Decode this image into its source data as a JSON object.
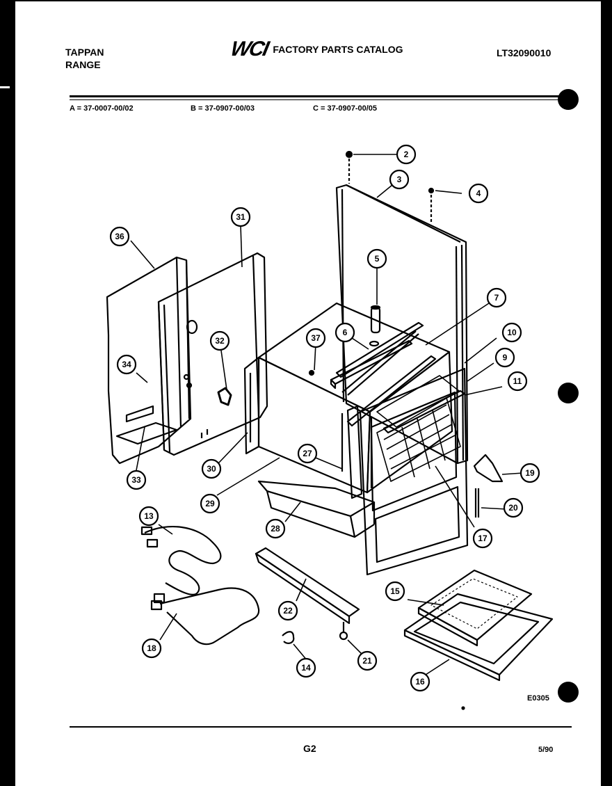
{
  "header": {
    "brand": "TAPPAN",
    "product": "RANGE",
    "logo": "WCI",
    "catalog_title": "FACTORY PARTS CATALOG",
    "doc_number": "LT32090010"
  },
  "models": [
    "A = 37-0007-00/02",
    "B = 37-0907-00/03",
    "C = 37-0907-00/05"
  ],
  "callouts": [
    "2",
    "3",
    "4",
    "5",
    "6",
    "7",
    "10",
    "9",
    "11",
    "19",
    "20",
    "17",
    "37",
    "32",
    "31",
    "36",
    "34",
    "33",
    "30",
    "29",
    "27",
    "28",
    "13",
    "18",
    "14",
    "21",
    "22",
    "15",
    "16"
  ],
  "footer": {
    "diagram_code": "E0305",
    "page": "G2",
    "date": "5/90"
  }
}
